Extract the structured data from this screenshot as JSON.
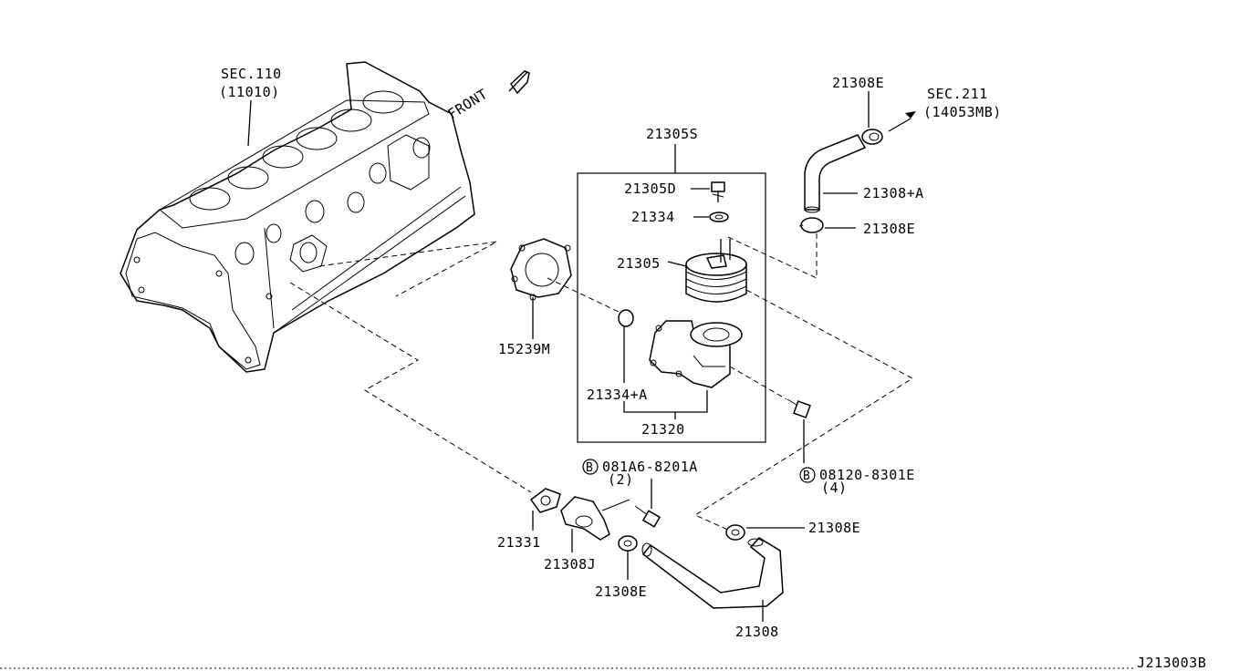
{
  "diagram_id": "J213003B",
  "front_label": "FRONT",
  "labels": {
    "sec110": "SEC.110",
    "sec110_ref": "(11010)",
    "sec211": "SEC.211",
    "sec211_ref": "(14053MB)",
    "p21305S": "21305S",
    "p21305D": "21305D",
    "p21334": "21334",
    "p21305": "21305",
    "p21334A": "21334+A",
    "p21320": "21320",
    "p15239M": "15239M",
    "p21308E_top": "21308E",
    "p21308A": "21308+A",
    "p21308E_mid": "21308E",
    "p21308E_low": "21308E",
    "p21308E_bottom": "21308E",
    "p21308": "21308",
    "p21331": "21331",
    "p21308J": "21308J",
    "bolt1": "081A6-8201A",
    "bolt1_qty": "(2)",
    "bolt2": "08120-8301E",
    "bolt2_qty": "(4)",
    "bolt_symbol": "B"
  }
}
